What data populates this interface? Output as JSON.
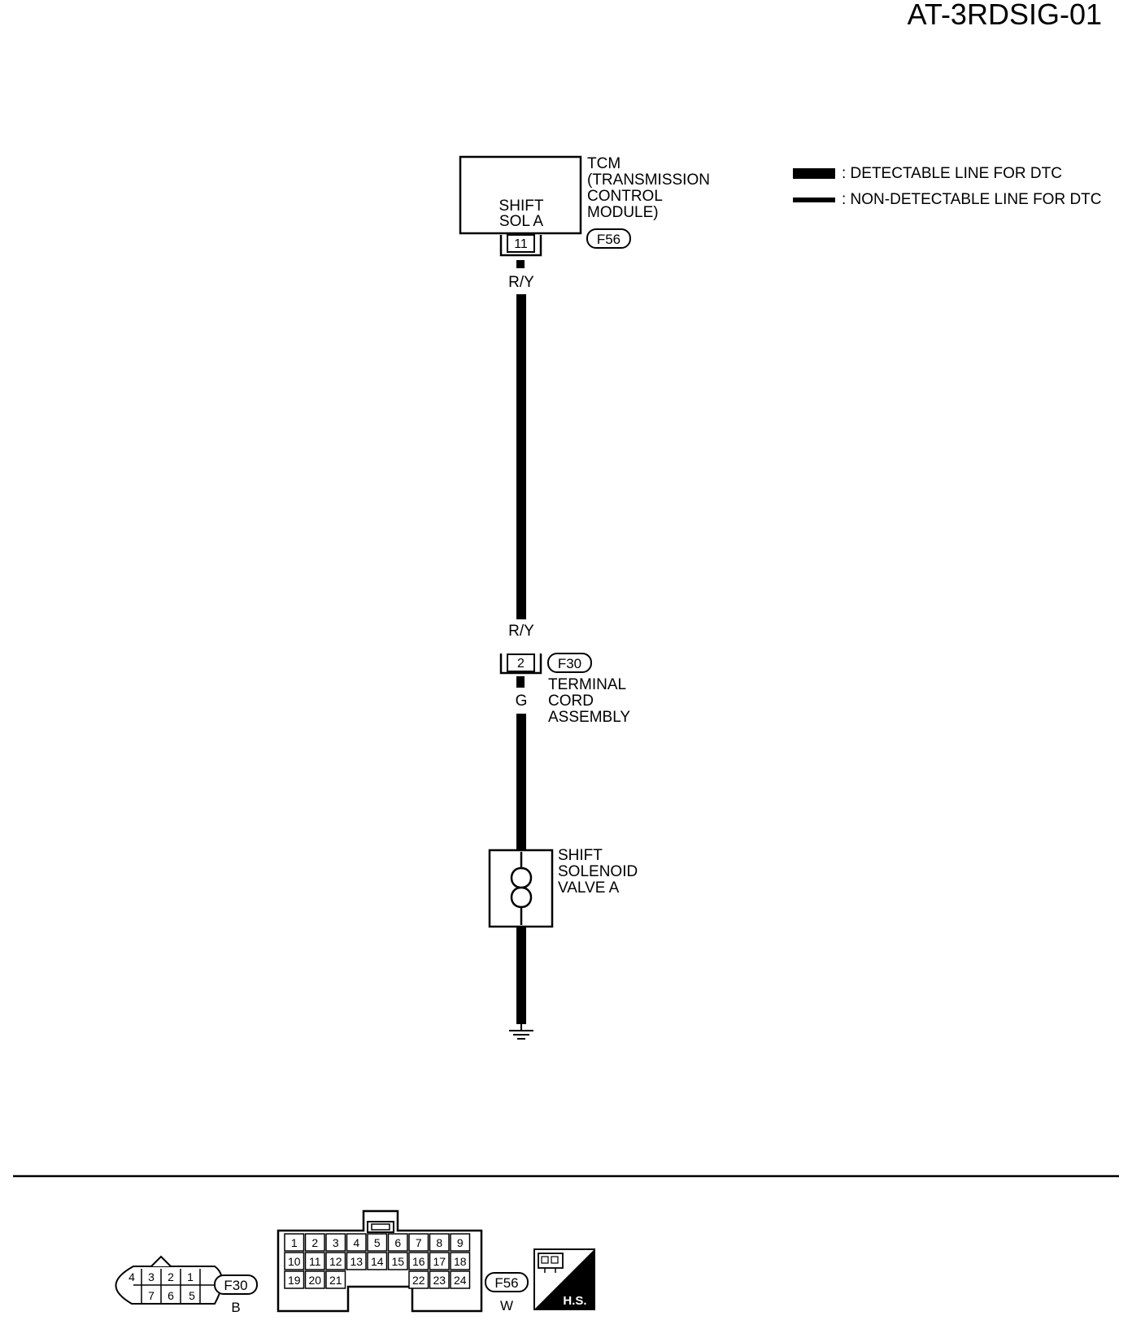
{
  "header": {
    "code": "AT-3RDSIG-01"
  },
  "legend": {
    "detectable": ": DETECTABLE LINE FOR DTC",
    "non_detectable": ": NON-DETECTABLE LINE FOR DTC"
  },
  "tcm": {
    "name_lines": [
      "TCM",
      "(TRANSMISSION",
      "CONTROL",
      "MODULE)"
    ],
    "inner_lines": [
      "SHIFT",
      "SOL A"
    ],
    "terminal": "11",
    "connector": "F56"
  },
  "wires": {
    "upper_color": "R/Y",
    "lower_color_top": "R/Y",
    "after_connector_color": "G"
  },
  "terminal_cord": {
    "terminal": "2",
    "connector": "F30",
    "name_lines": [
      "TERMINAL",
      "CORD",
      "ASSEMBLY"
    ]
  },
  "solenoid": {
    "name_lines": [
      "SHIFT",
      "SOLENOID",
      "VALVE A"
    ]
  },
  "connectors": {
    "f30": {
      "id": "F30",
      "color": "B",
      "top_row": [
        "4",
        "3",
        "2",
        "1"
      ],
      "bottom_row": [
        "7",
        "6",
        "5"
      ]
    },
    "f56": {
      "id": "F56",
      "color": "W",
      "row1": [
        "1",
        "2",
        "3",
        "4",
        "5",
        "6",
        "7",
        "8",
        "9"
      ],
      "row2": [
        "10",
        "11",
        "12",
        "13",
        "14",
        "15",
        "16",
        "17",
        "18"
      ],
      "row3": [
        "19",
        "20",
        "21",
        "22",
        "23",
        "24"
      ]
    },
    "hs_label": "H.S."
  }
}
